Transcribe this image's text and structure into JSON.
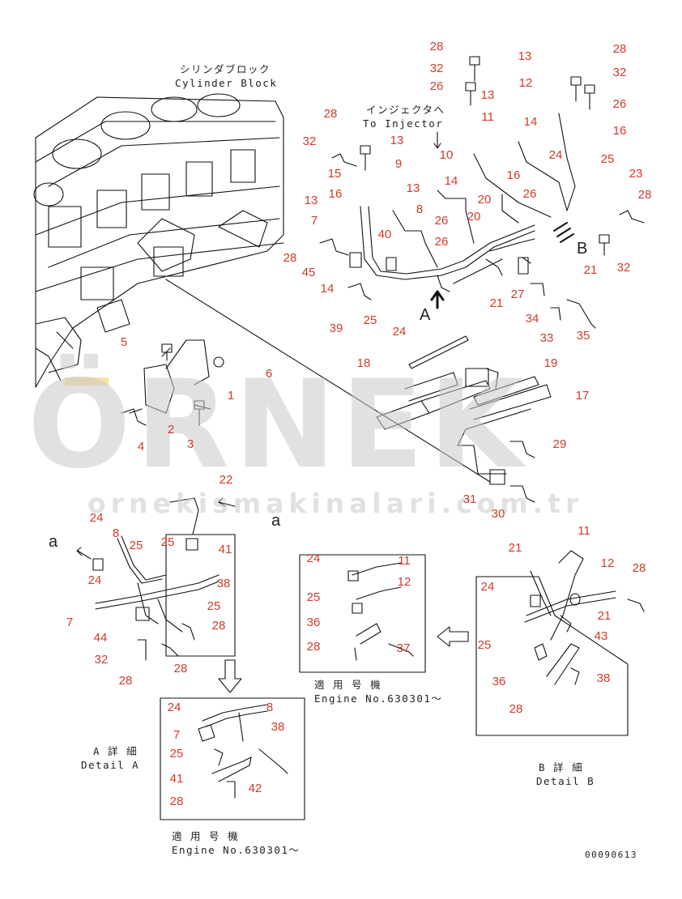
{
  "annotations": {
    "cylinder_block_jp": "シリンダブロック",
    "cylinder_block_en": "Cylinder Block",
    "to_injector_jp": "インジェクタへ",
    "to_injector_en": "To Injector",
    "detail_a_jp": "A 詳 細",
    "detail_a_en": "Detail A",
    "detail_b_jp": "B 詳 細",
    "detail_b_en": "Detail B",
    "applicable_jp_1": "適 用 号 機",
    "applicable_en_1": "Engine No.630301～",
    "applicable_jp_2": "適 用 号 機",
    "applicable_en_2": "Engine No.630301～",
    "drawing_number": "00090613",
    "view_a": "A",
    "view_b": "B",
    "arrow_a_upper": "a",
    "arrow_a_lower": "a"
  },
  "watermark": {
    "brand": "ÖRNEK",
    "url": "ornekismakinalari.com.tr"
  },
  "colors": {
    "callout": "#d23a2a",
    "line": "#111111",
    "watermark": "#c9c9c9"
  },
  "callouts": [
    "28",
    "32",
    "26",
    "13",
    "13",
    "12",
    "28",
    "32",
    "26",
    "16",
    "11",
    "14",
    "28",
    "13",
    "32",
    "15",
    "10",
    "16",
    "9",
    "14",
    "13",
    "20",
    "24",
    "26",
    "25",
    "23",
    "28",
    "16",
    "13",
    "8",
    "7",
    "26",
    "20",
    "40",
    "26",
    "28",
    "45",
    "14",
    "39",
    "25",
    "24",
    "21",
    "27",
    "21",
    "32",
    "34",
    "33",
    "35",
    "18",
    "19",
    "17",
    "29",
    "31",
    "30",
    "5",
    "6",
    "1",
    "2",
    "3",
    "4",
    "22",
    "24",
    "8",
    "25",
    "25",
    "41",
    "24",
    "38",
    "25",
    "7",
    "44",
    "28",
    "32",
    "28",
    "28",
    "24",
    "11",
    "12",
    "25",
    "36",
    "28",
    "37",
    "11",
    "21",
    "12",
    "28",
    "24",
    "21",
    "43",
    "25",
    "38",
    "36",
    "28",
    "24",
    "8",
    "38",
    "7",
    "25",
    "41",
    "42",
    "28"
  ]
}
